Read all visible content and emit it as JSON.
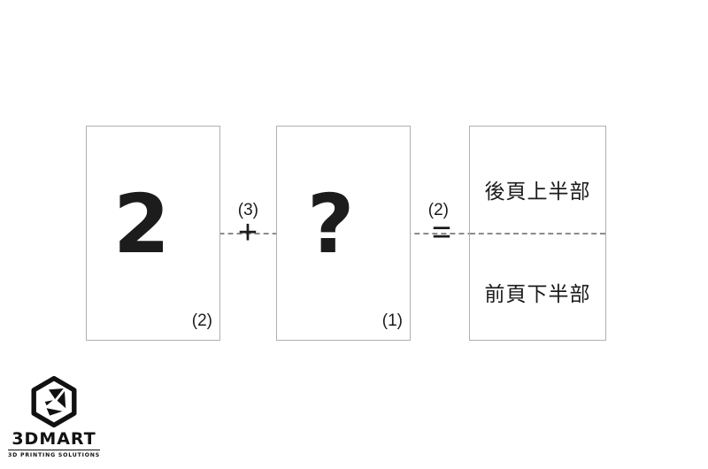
{
  "diagram": {
    "type": "page-split-illustration",
    "operators": {
      "plus": "+",
      "equals": "="
    },
    "panels": [
      {
        "id": "page-panel-1",
        "glyph": "2",
        "glyph_description": "full-bold-digit-two",
        "label_top_right": "(3)",
        "label_bottom_right": "(2)"
      },
      {
        "id": "page-panel-2",
        "glyph": "?",
        "glyph_description": "upper-half-of-digit-two",
        "label_top_right": "(2)",
        "label_bottom_right": "(1)"
      },
      {
        "id": "page-panel-3",
        "caption_upper": "後頁上半部",
        "caption_lower": "前頁下半部"
      }
    ]
  },
  "brand": {
    "mark": "hexagon-3d-icon",
    "wordmark": "3DMART",
    "tagline": "3D PRINTING SOLUTIONS"
  },
  "colors": {
    "background": "#ffffff",
    "ink": "#1c1c1c",
    "panel_border": "#b0b0b0",
    "fold_line": "#8c8c8c"
  }
}
